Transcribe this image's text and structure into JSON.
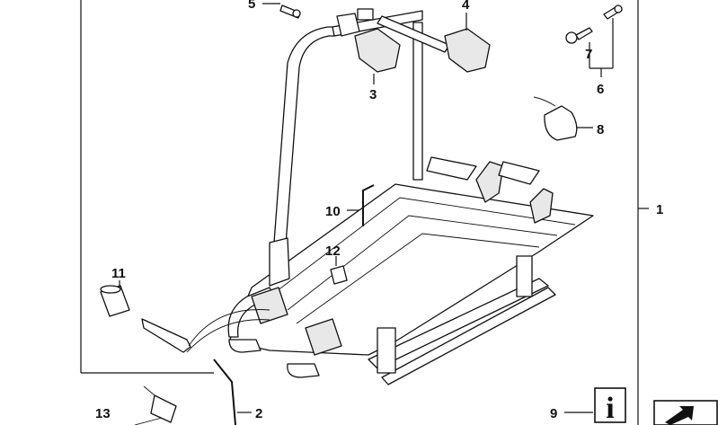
{
  "callouts": {
    "c1": "1",
    "c2": "2",
    "c3": "3",
    "c4": "4",
    "c5": "5",
    "c6": "6",
    "c7": "7",
    "c8": "8",
    "c9": "9",
    "c10": "10",
    "c11": "11",
    "c12": "12",
    "c13": "13"
  },
  "info_glyph": "i",
  "icons": [
    "info-icon",
    "arrow-box-icon"
  ]
}
